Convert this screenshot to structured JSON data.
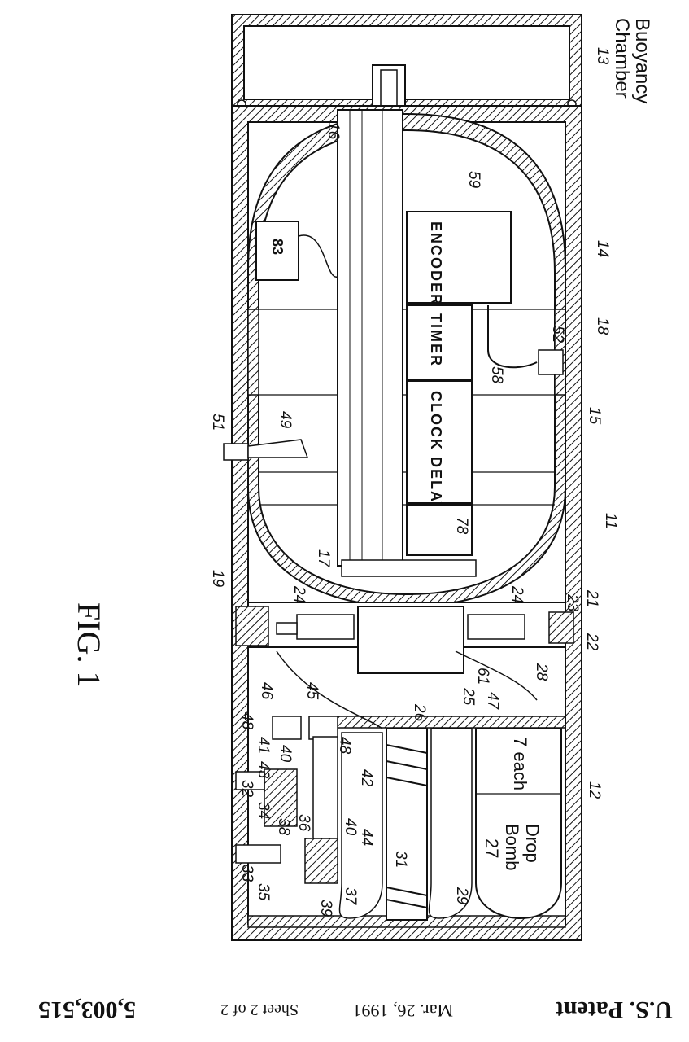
{
  "header": {
    "patent_office": "U.S. Patent",
    "date": "Mar. 26, 1991",
    "sheet": "Sheet 2 of 2",
    "patent_number": "5,003,515"
  },
  "figure": {
    "title": "FIG. 1",
    "boxes": {
      "encoder": "ENCODER",
      "timer": "TIMER",
      "clock_delay": "CLOCK DELAY",
      "box_83": "83"
    },
    "annotations": {
      "buoyancy_1": "Buoyancy",
      "buoyancy_2": "Chamber",
      "drop": "Drop",
      "bomb": "Bomb",
      "bomb_num": "27",
      "each": "7 each"
    },
    "refs": [
      "13",
      "14",
      "15",
      "16",
      "17",
      "18",
      "19",
      "11",
      "12",
      "21",
      "22",
      "23",
      "24",
      "24",
      "25",
      "26",
      "28",
      "29",
      "31",
      "32",
      "33",
      "34",
      "35",
      "36",
      "37",
      "38",
      "39",
      "40",
      "40",
      "41",
      "42",
      "43",
      "44",
      "45",
      "46",
      "47",
      "48",
      "48",
      "49",
      "51",
      "52",
      "58",
      "59",
      "61",
      "78"
    ]
  }
}
